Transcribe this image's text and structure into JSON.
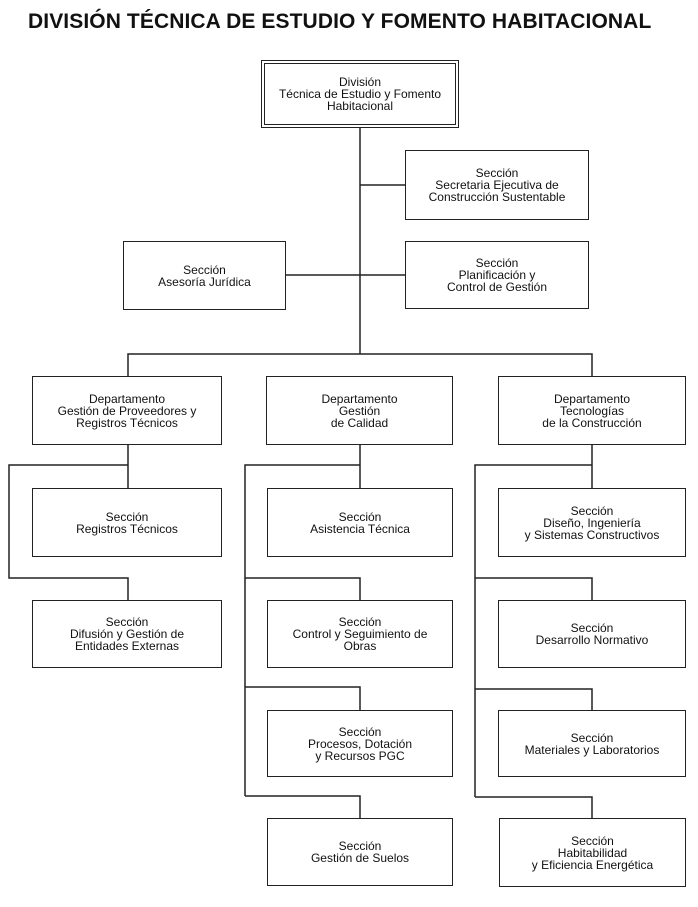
{
  "title": "DIVISIÓN TÉCNICA DE ESTUDIO Y FOMENTO HABITACIONAL",
  "nodes": {
    "division": {
      "lines": [
        "División",
        "Técnica de Estudio y Fomento",
        "Habitacional"
      ]
    },
    "secretaria": {
      "lines": [
        "Sección",
        "Secretaria Ejecutiva de",
        "Construcción Sustentable"
      ]
    },
    "asesoria": {
      "lines": [
        "Sección",
        "Asesoría Jurídica"
      ]
    },
    "planificacion": {
      "lines": [
        "Sección",
        "Planificación y",
        "Control de Gestión"
      ]
    },
    "dept_proveedores": {
      "lines": [
        "Departamento",
        "Gestión de Proveedores y",
        "Registros Técnicos"
      ]
    },
    "dept_calidad": {
      "lines": [
        "Departamento",
        "Gestión",
        "de Calidad"
      ]
    },
    "dept_tecnologias": {
      "lines": [
        "Departamento",
        "Tecnologías",
        "de la Construcción"
      ]
    },
    "registros": {
      "lines": [
        "Sección",
        "Registros Técnicos"
      ]
    },
    "difusion": {
      "lines": [
        "Sección",
        "Difusión y Gestión de",
        "Entidades Externas"
      ]
    },
    "asistencia": {
      "lines": [
        "Sección",
        "Asistencia Técnica"
      ]
    },
    "control_obras": {
      "lines": [
        "Sección",
        "Control y Seguimiento de",
        "Obras"
      ]
    },
    "procesos": {
      "lines": [
        "Sección",
        "Procesos, Dotación",
        "y Recursos PGC"
      ]
    },
    "suelos": {
      "lines": [
        "Sección",
        "Gestión de Suelos"
      ]
    },
    "diseno": {
      "lines": [
        "Sección",
        "Diseño, Ingeniería",
        "y Sistemas Constructivos"
      ]
    },
    "normativo": {
      "lines": [
        "Sección",
        "Desarrollo Normativo"
      ]
    },
    "materiales": {
      "lines": [
        "Sección",
        "Materiales y Laboratorios"
      ]
    },
    "habitabilidad": {
      "lines": [
        "Sección",
        "Habitabilidad",
        "y Eficiencia Energética"
      ]
    }
  }
}
